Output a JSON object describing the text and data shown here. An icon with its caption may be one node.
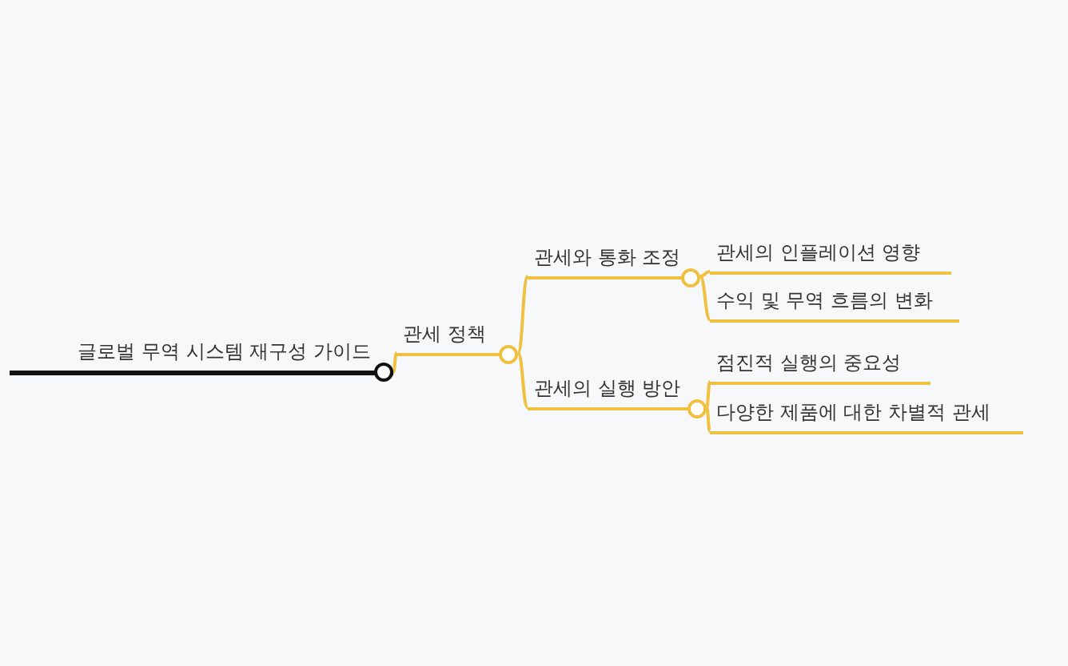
{
  "diagram": {
    "nodes": [
      {
        "text": [
          "글로벌 무역 시스템 재구성 가이드"
        ]
      },
      {
        "text": [
          "관세 정책"
        ]
      },
      {
        "text": [
          "관세와 통화 조정"
        ]
      },
      {
        "text": [
          "관세의 실행 방안"
        ]
      },
      {
        "text": [
          "관세의 인플레이션 영향"
        ]
      },
      {
        "text": [
          "수익 및 무역 흐름의 변화"
        ]
      },
      {
        "text": [
          "점진적 실행의 중요성"
        ]
      },
      {
        "text": [
          "다양한 제품에 대한 차별적 관세"
        ]
      }
    ],
    "edges": [
      {
        "from": 0,
        "to": 1,
        "arrow": "none"
      },
      {
        "from": 1,
        "to": 2,
        "arrow": "none"
      },
      {
        "from": 1,
        "to": 3,
        "arrow": "none"
      },
      {
        "from": 2,
        "to": 4,
        "arrow": "none"
      },
      {
        "from": 2,
        "to": 5,
        "arrow": "none"
      },
      {
        "from": 3,
        "to": 6,
        "arrow": "none"
      },
      {
        "from": 3,
        "to": 7,
        "arrow": "none"
      }
    ]
  }
}
